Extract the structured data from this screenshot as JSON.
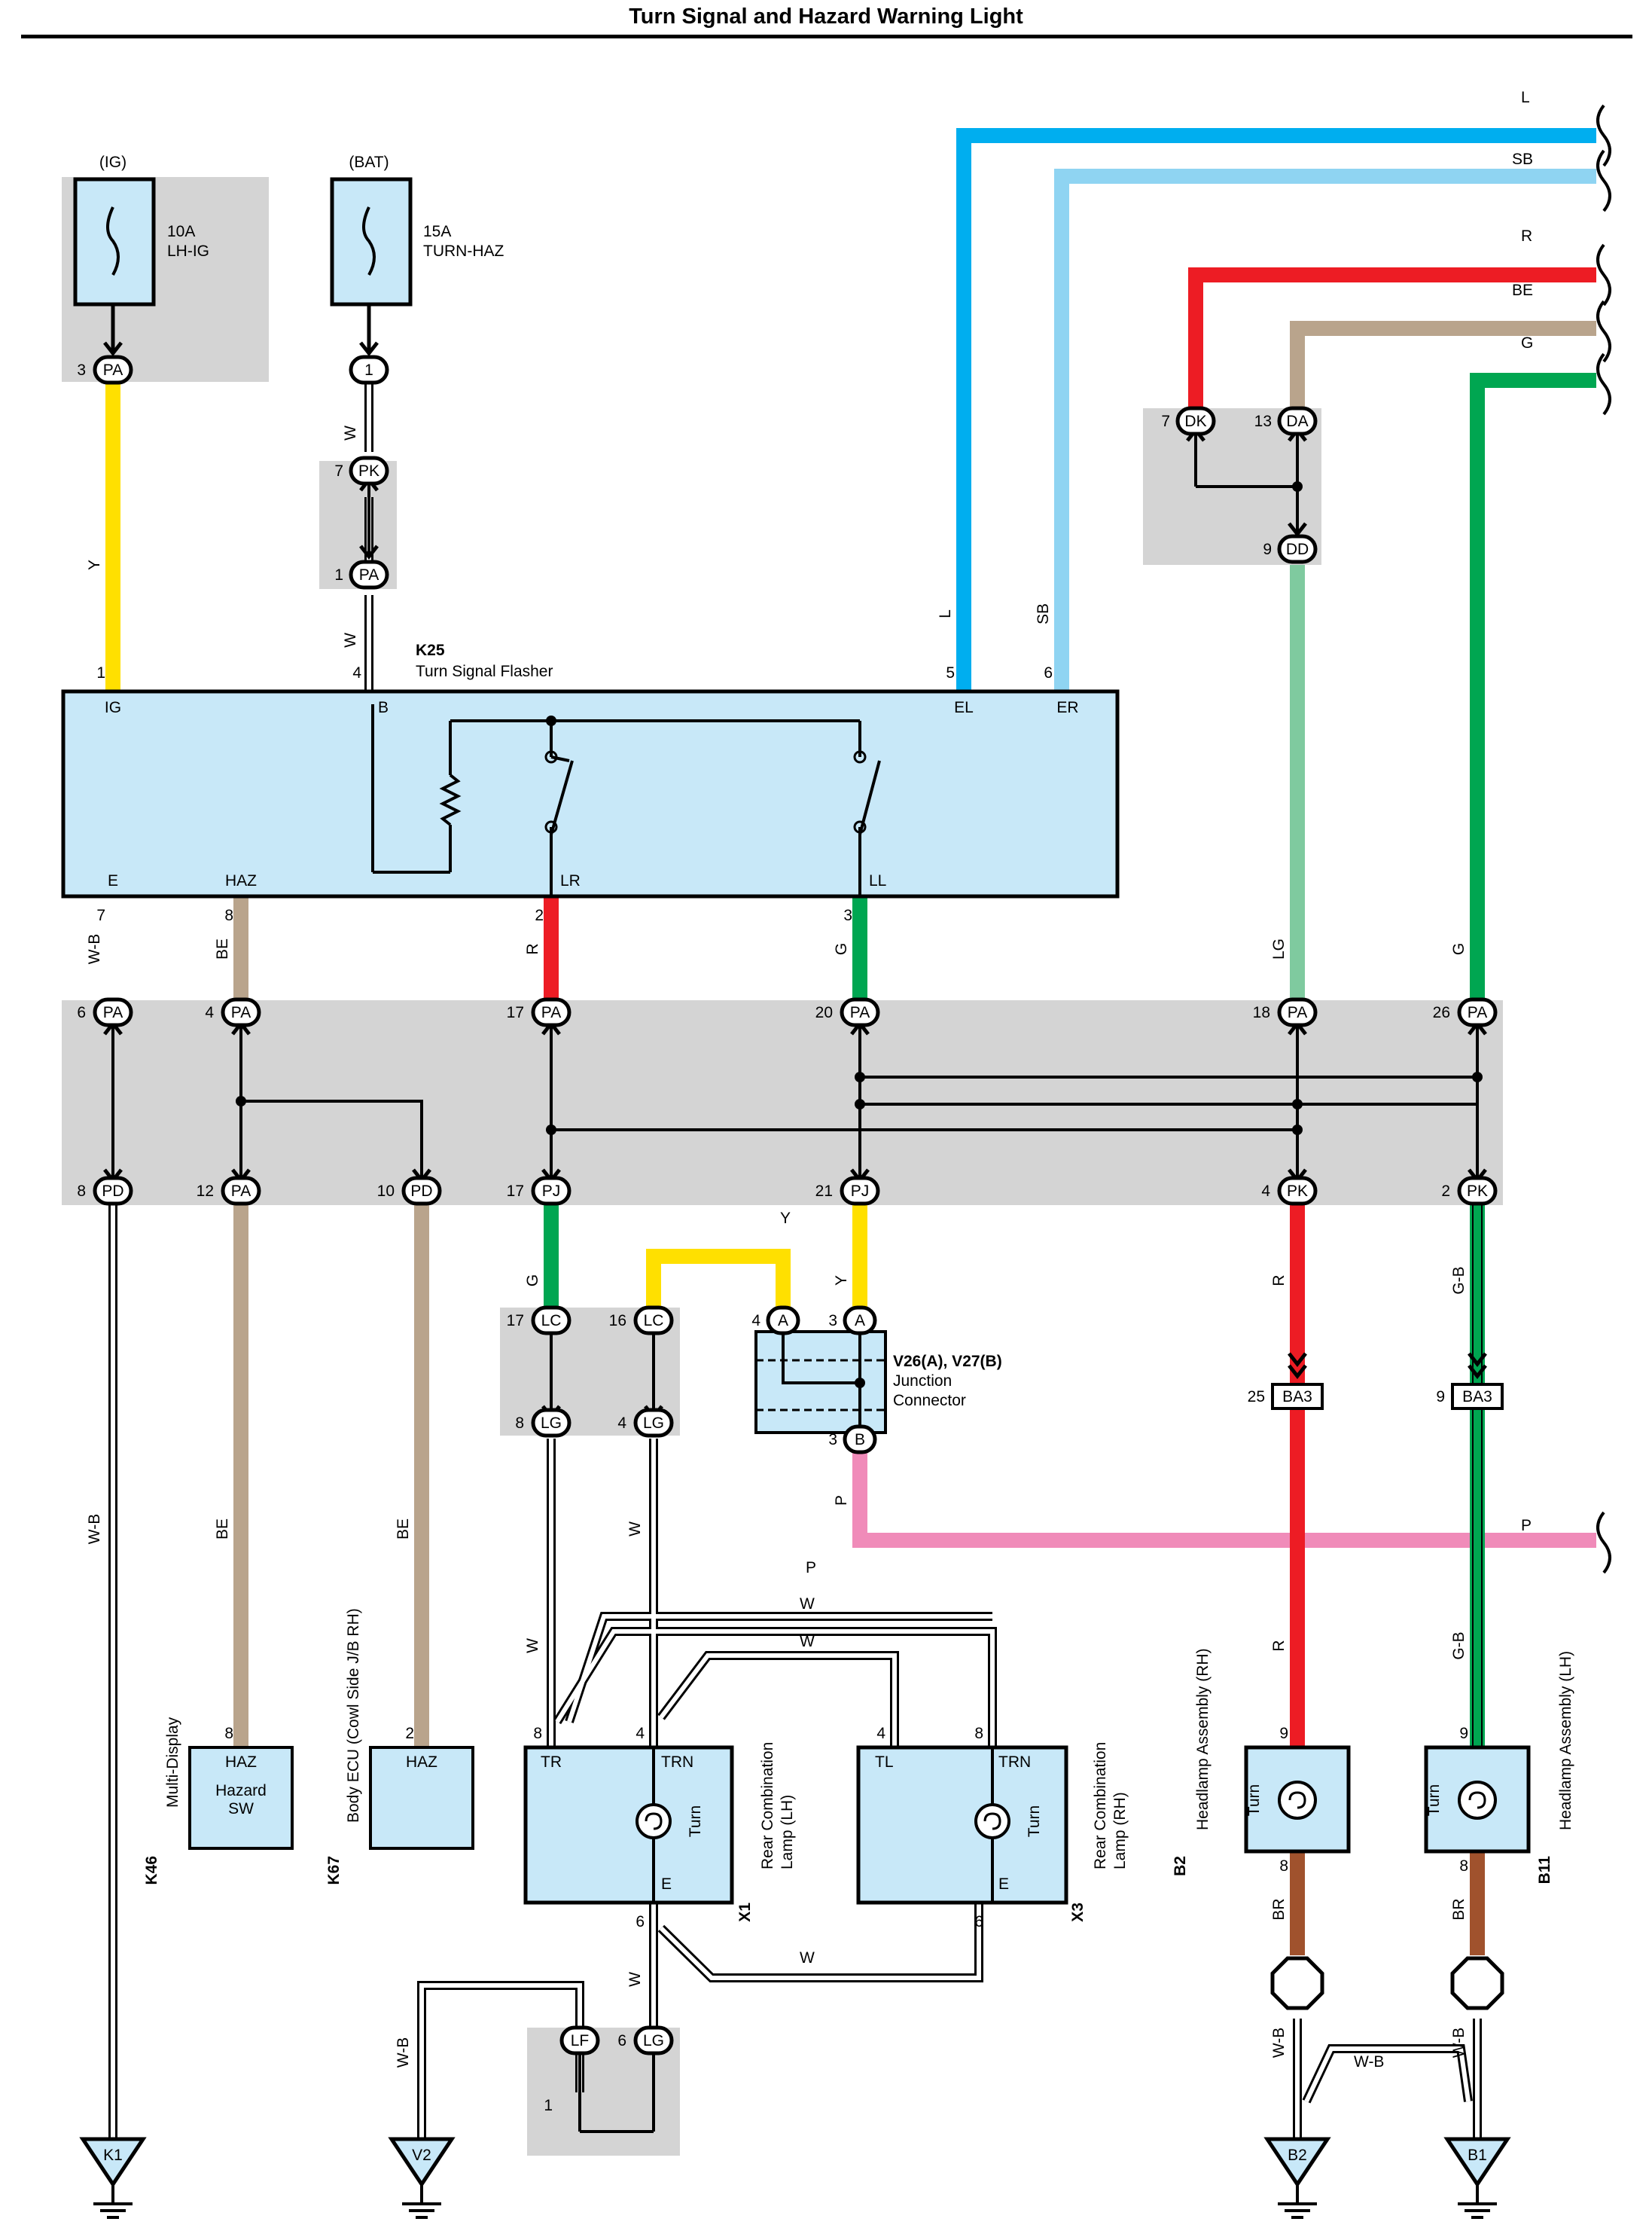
{
  "title": "Turn Signal and Hazard Warning Light",
  "colors": {
    "yellow": "#FFE000",
    "blue": "#00AEEF",
    "sky_blue": "#8FD4F2",
    "red": "#ED1C24",
    "beige": "#B9A48C",
    "green": "#00A651",
    "light_green": "#7FCA9F",
    "pink": "#F08BB9",
    "brown": "#A0522D",
    "component_fill": "#C8E8F8",
    "junction_gray": "#D4D4D4"
  },
  "power": {
    "ig_label": "(IG)",
    "ig_fuse_amp": "10A",
    "ig_fuse_name": "LH-IG",
    "bat_label": "(BAT)",
    "bat_fuse_amp": "15A",
    "bat_fuse_name": "TURN-HAZ"
  },
  "flasher": {
    "id": "K25",
    "name": "Turn Signal Flasher",
    "pins": {
      "ig": "IG",
      "b": "B",
      "el": "EL",
      "er": "ER",
      "e": "E",
      "haz": "HAZ",
      "lr": "LR",
      "ll": "LL"
    },
    "pin_numbers": {
      "ig": "1",
      "b": "4",
      "el": "5",
      "er": "6",
      "e": "7",
      "haz": "8",
      "lr": "2",
      "ll": "3"
    }
  },
  "connectors": {
    "pa": "PA",
    "pk": "PK",
    "pd": "PD",
    "pj": "PJ",
    "lc": "LC",
    "lg": "LG",
    "lf": "LF",
    "dk": "DK",
    "da": "DA",
    "dd": "DD",
    "ba3": "BA3",
    "a": "A",
    "b": "B",
    "one": "1"
  },
  "pins": {
    "ig_pa": "3",
    "bat_pk": "7",
    "bat_pa": "1",
    "j_pa6": "6",
    "j_pa4": "4",
    "j_pa17": "17",
    "j_pa20": "20",
    "j_pa18": "18",
    "j_pa26": "26",
    "j_pd8": "8",
    "j_pa12": "12",
    "j_pd10": "10",
    "j_pj17": "17",
    "j_pj21": "21",
    "j_pk4": "4",
    "j_pk2": "2",
    "lc17": "17",
    "lc16": "16",
    "lg8": "8",
    "lg4": "4",
    "lf1": "1",
    "lg6": "6",
    "dk7": "7",
    "da13": "13",
    "dd9": "9",
    "v_a4": "4",
    "v_a3": "3",
    "v_b3": "3",
    "ba3_25": "25",
    "ba3_9": "9",
    "k46_8": "8",
    "k67_2": "2",
    "x1_8": "8",
    "x1_4": "4",
    "x1_6": "6",
    "x3_4": "4",
    "x3_8": "8",
    "x3_6": "6",
    "b2_9": "9",
    "b2_8": "8",
    "b11_9": "9",
    "b11_8": "8"
  },
  "wires": {
    "y": "Y",
    "w": "W",
    "l": "L",
    "sb": "SB",
    "r": "R",
    "be": "BE",
    "g": "G",
    "lg": "LG",
    "wb": "W-B",
    "p": "P",
    "gb": "G-B",
    "br": "BR"
  },
  "junction_connector": {
    "id": "V26(A), V27(B)",
    "name1": "Junction",
    "name2": "Connector"
  },
  "components": {
    "k46": {
      "id": "K46",
      "name": "Multi-Display",
      "pin_label": "HAZ",
      "body1": "Hazard",
      "body2": "SW"
    },
    "k67": {
      "id": "K67",
      "name": "Body ECU (Cowl Side J/B RH)",
      "pin_label": "HAZ"
    },
    "x1": {
      "id": "X1",
      "name1": "Rear Combination",
      "name2": "Lamp (LH)",
      "tr": "TR",
      "trn": "TRN",
      "turn": "Turn",
      "e": "E"
    },
    "x3": {
      "id": "X3",
      "name1": "Rear Combination",
      "name2": "Lamp (RH)",
      "tl": "TL",
      "trn": "TRN",
      "turn": "Turn",
      "e": "E"
    },
    "b2": {
      "id": "B2",
      "name": "Headlamp Assembly (RH)",
      "turn": "Turn"
    },
    "b11": {
      "id": "B11",
      "name": "Headlamp Assembly (LH)",
      "turn": "Turn"
    }
  },
  "grounds": {
    "k1": "K1",
    "v2": "V2",
    "b2": "B2",
    "b1": "B1"
  }
}
